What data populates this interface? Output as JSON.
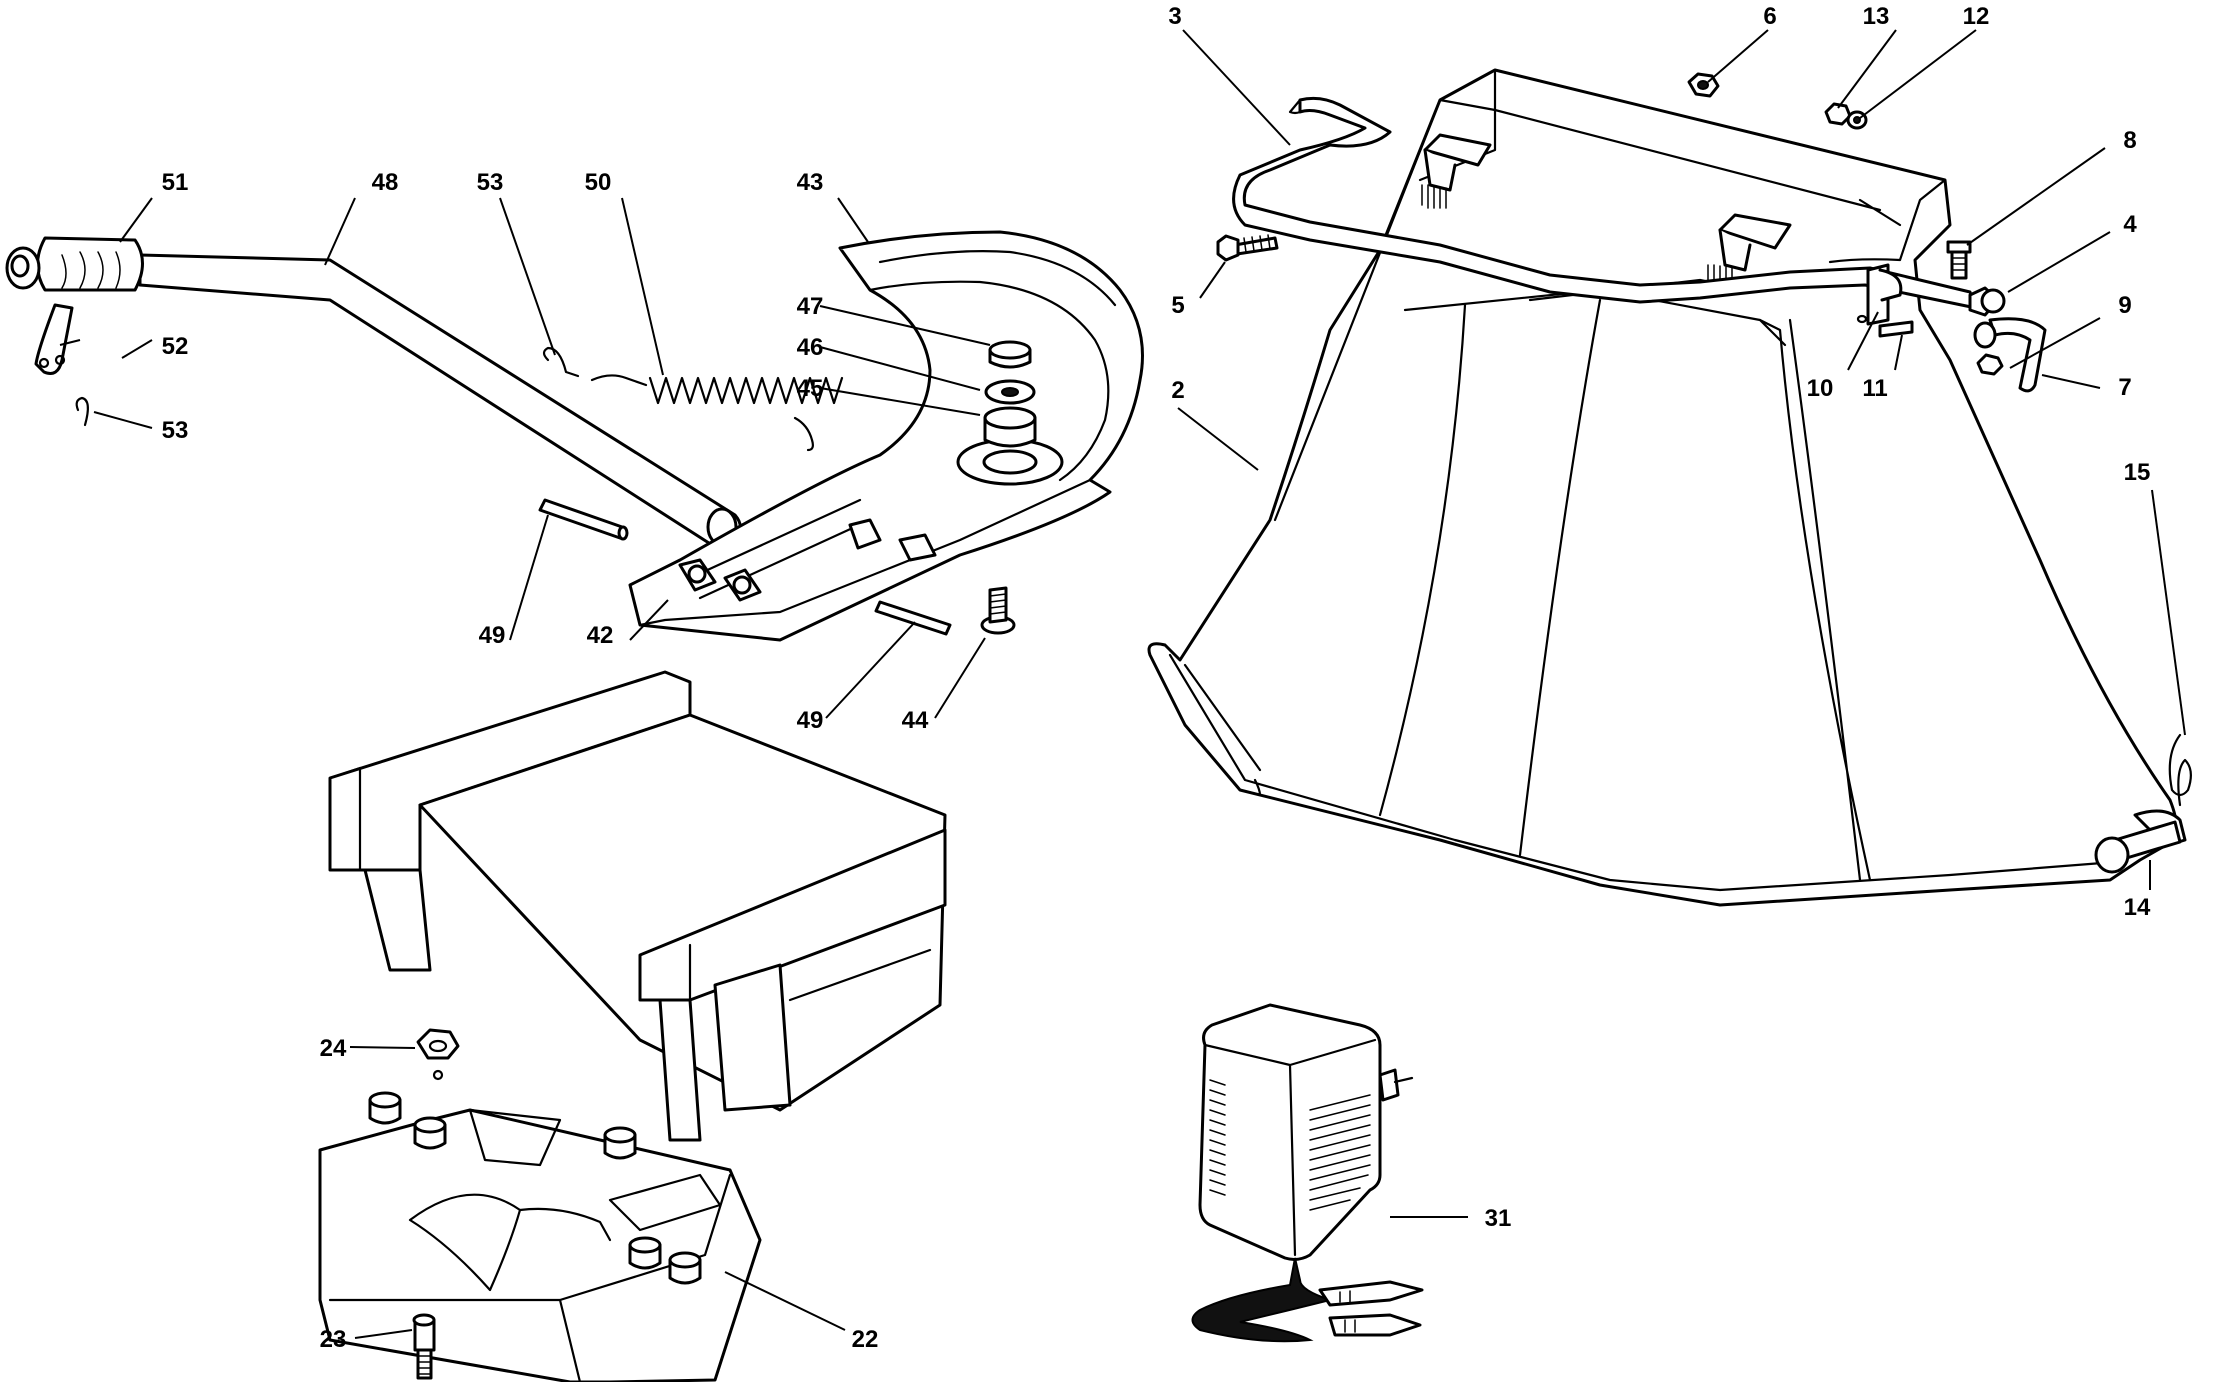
{
  "labels": {
    "l2": "2",
    "l3": "3",
    "l4": "4",
    "l5": "5",
    "l6": "6",
    "l7": "7",
    "l8": "8",
    "l9": "9",
    "l10": "10",
    "l11": "11",
    "l12": "12",
    "l13": "13",
    "l14": "14",
    "l15": "15",
    "l22": "22",
    "l23": "23",
    "l24": "24",
    "l31": "31",
    "l42": "42",
    "l43": "43",
    "l44": "44",
    "l45": "45",
    "l46": "46",
    "l47": "47",
    "l48": "48",
    "l49a": "49",
    "l49b": "49",
    "l50": "50",
    "l51": "51",
    "l52": "52",
    "l53a": "53",
    "l53b": "53"
  }
}
